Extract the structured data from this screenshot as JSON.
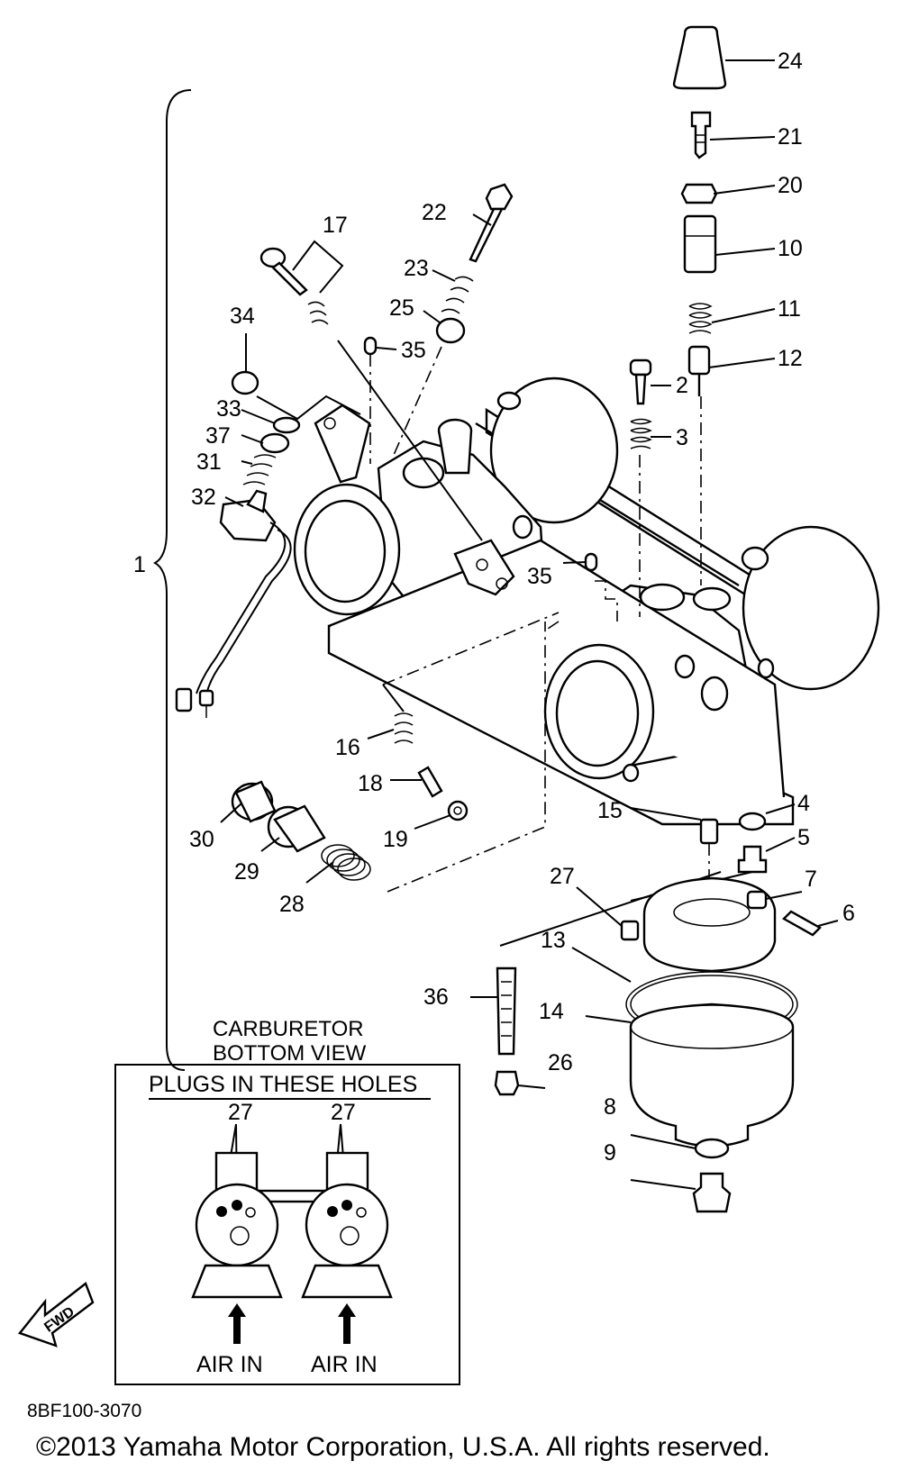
{
  "callouts": {
    "c1": "1",
    "c2": "2",
    "c3": "3",
    "c4": "4",
    "c5": "5",
    "c6": "6",
    "c7": "7",
    "c8": "8",
    "c9": "9",
    "c10": "10",
    "c11": "11",
    "c12": "12",
    "c13": "13",
    "c14": "14",
    "c15": "15",
    "c16": "16",
    "c17": "17",
    "c18": "18",
    "c19": "19",
    "c20": "20",
    "c21": "21",
    "c22": "22",
    "c23": "23",
    "c24": "24",
    "c25": "25",
    "c26": "26",
    "c27": "27",
    "c28": "28",
    "c29": "29",
    "c30": "30",
    "c31": "31",
    "c32": "32",
    "c33": "33",
    "c34": "34",
    "c35a": "35",
    "c35b": "35",
    "c36": "36",
    "c37": "37"
  },
  "inset": {
    "title_line1": "CARBURETOR",
    "title_line2": "BOTTOM VIEW",
    "header": "PLUGS IN THESE HOLES",
    "plug_label_left": "27",
    "plug_label_right": "27",
    "air_in_left": "AIR IN",
    "air_in_right": "AIR IN"
  },
  "fwd_label": "FWD",
  "footer": {
    "code": "8BF100-3070",
    "copyright": "©2013 Yamaha Motor Corporation, U.S.A. All rights reserved."
  }
}
